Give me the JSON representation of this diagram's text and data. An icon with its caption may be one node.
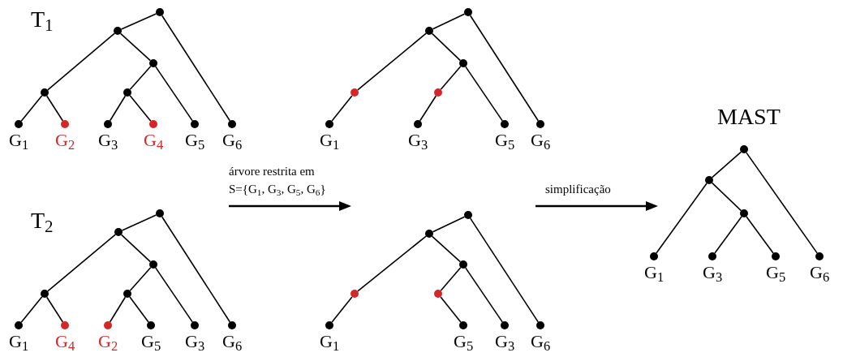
{
  "diagram": {
    "nodes": [
      {
        "text": [],
        "shape": "circle"
      },
      {
        "text": [],
        "shape": "circle"
      },
      {
        "text": [],
        "shape": "circle"
      },
      {
        "text": [],
        "shape": "circle"
      },
      {
        "text": [],
        "shape": "circle"
      },
      {
        "text": [],
        "shape": "circle",
        "beside": [
          "G$_{1}$"
        ]
      },
      {
        "text": [],
        "shape": "circle",
        "beside": [
          "G$_{2}$"
        ]
      },
      {
        "text": [],
        "shape": "circle",
        "beside": [
          "G$_{3}$"
        ]
      },
      {
        "text": [],
        "shape": "circle",
        "beside": [
          "G$_{4}$"
        ]
      },
      {
        "text": [],
        "shape": "circle",
        "beside": [
          "G$_{5}$"
        ]
      },
      {
        "text": [],
        "shape": "circle",
        "beside": [
          "G$_{6}$"
        ]
      },
      {
        "text": [],
        "shape": "circle"
      },
      {
        "text": [],
        "shape": "circle"
      },
      {
        "text": [],
        "shape": "circle"
      },
      {
        "text": [],
        "shape": "circle"
      },
      {
        "text": [],
        "shape": "circle"
      },
      {
        "text": [],
        "shape": "circle",
        "beside": [
          "G$_{1}$"
        ]
      },
      {
        "text": [],
        "shape": "circle",
        "beside": [
          "G$_{3}$"
        ]
      },
      {
        "text": [],
        "shape": "circle",
        "beside": [
          "G$_{5}$"
        ]
      },
      {
        "text": [],
        "shape": "circle",
        "beside": [
          "G$_{6}$"
        ]
      },
      {
        "text": [],
        "shape": "circle"
      },
      {
        "text": [],
        "shape": "circle"
      },
      {
        "text": [],
        "shape": "circle"
      },
      {
        "text": [],
        "shape": "circle"
      },
      {
        "text": [],
        "shape": "circle"
      },
      {
        "text": [],
        "shape": "circle",
        "beside": [
          "G$_{1}$"
        ]
      },
      {
        "text": [],
        "shape": "circle",
        "beside": [
          "G$_{4}$"
        ]
      },
      {
        "text": [],
        "shape": "circle",
        "beside": [
          "G$_{2}$"
        ]
      },
      {
        "text": [],
        "shape": "circle",
        "beside": [
          "G$_{5}$"
        ]
      },
      {
        "text": [],
        "shape": "circle",
        "beside": [
          "G$_{3}$"
        ]
      },
      {
        "text": [],
        "shape": "circle",
        "beside": [
          "G$_{6}$"
        ]
      },
      {
        "text": [],
        "shape": "circle"
      },
      {
        "text": [],
        "shape": "circle"
      },
      {
        "text": [],
        "shape": "circle"
      },
      {
        "text": [],
        "shape": "circle"
      },
      {
        "text": [],
        "shape": "circle"
      },
      {
        "text": [],
        "shape": "circle",
        "beside": [
          "G$_{1}$"
        ]
      },
      {
        "text": [],
        "shape": "circle",
        "beside": [
          "G$_{5}$"
        ]
      },
      {
        "text": [],
        "shape": "circle",
        "beside": [
          "G$_{3}$"
        ]
      },
      {
        "text": [],
        "shape": "circle",
        "beside": [
          "G$_{6}$"
        ]
      },
      {
        "text": [],
        "shape": "circle"
      },
      {
        "text": [],
        "shape": "circle"
      },
      {
        "text": [],
        "shape": "circle"
      },
      {
        "text": [],
        "shape": "circle",
        "beside": [
          "G$_{1}$"
        ]
      },
      {
        "text": [],
        "shape": "circle",
        "beside": [
          "G$_{3}$"
        ]
      },
      {
        "text": [],
        "shape": "circle",
        "beside": [
          "G$_{5}$"
        ]
      },
      {
        "text": [],
        "shape": "circle",
        "beside": [
          "G$_{6}$"
        ]
      }
    ],
    "edges": [
      {
        "from": 0,
        "to": 1,
        "arrow": "none"
      },
      {
        "from": 0,
        "to": 10,
        "arrow": "none"
      },
      {
        "from": 1,
        "to": 2,
        "arrow": "none"
      },
      {
        "from": 1,
        "to": 3,
        "arrow": "none"
      },
      {
        "from": 2,
        "to": 5,
        "arrow": "none"
      },
      {
        "from": 2,
        "to": 6,
        "arrow": "none"
      },
      {
        "from": 3,
        "to": 4,
        "arrow": "none"
      },
      {
        "from": 3,
        "to": 9,
        "arrow": "none"
      },
      {
        "from": 4,
        "to": 7,
        "arrow": "none"
      },
      {
        "from": 4,
        "to": 8,
        "arrow": "none"
      },
      {
        "from": 11,
        "to": 12,
        "arrow": "none"
      },
      {
        "from": 11,
        "to": 19,
        "arrow": "none"
      },
      {
        "from": 12,
        "to": 13,
        "arrow": "none"
      },
      {
        "from": 12,
        "to": 14,
        "arrow": "none"
      },
      {
        "from": 13,
        "to": 16,
        "arrow": "none"
      },
      {
        "from": 14,
        "to": 15,
        "arrow": "none"
      },
      {
        "from": 14,
        "to": 18,
        "arrow": "none"
      },
      {
        "from": 15,
        "to": 17,
        "arrow": "none"
      },
      {
        "from": 20,
        "to": 21,
        "arrow": "none"
      },
      {
        "from": 20,
        "to": 30,
        "arrow": "none"
      },
      {
        "from": 21,
        "to": 22,
        "arrow": "none"
      },
      {
        "from": 21,
        "to": 23,
        "arrow": "none"
      },
      {
        "from": 22,
        "to": 25,
        "arrow": "none"
      },
      {
        "from": 22,
        "to": 26,
        "arrow": "none"
      },
      {
        "from": 23,
        "to": 24,
        "arrow": "none"
      },
      {
        "from": 23,
        "to": 29,
        "arrow": "none"
      },
      {
        "from": 24,
        "to": 27,
        "arrow": "none"
      },
      {
        "from": 24,
        "to": 28,
        "arrow": "none"
      },
      {
        "from": 31,
        "to": 32,
        "arrow": "none"
      },
      {
        "from": 31,
        "to": 39,
        "arrow": "none"
      },
      {
        "from": 32,
        "to": 33,
        "arrow": "none"
      },
      {
        "from": 32,
        "to": 34,
        "arrow": "none"
      },
      {
        "from": 33,
        "to": 36,
        "arrow": "none"
      },
      {
        "from": 34,
        "to": 35,
        "arrow": "none"
      },
      {
        "from": 34,
        "to": 38,
        "arrow": "none"
      },
      {
        "from": 35,
        "to": 37,
        "arrow": "none"
      },
      {
        "from": 40,
        "to": 41,
        "arrow": "none"
      },
      {
        "from": 40,
        "to": 46,
        "arrow": "none"
      },
      {
        "from": 41,
        "to": 43,
        "arrow": "none"
      },
      {
        "from": 41,
        "to": 42,
        "arrow": "none"
      },
      {
        "from": 42,
        "to": 44,
        "arrow": "none"
      },
      {
        "from": 42,
        "to": 45,
        "arrow": "none"
      }
    ],
    "labels": [
      "T$_{1}$",
      "árvore restrita em",
      "S={G$_{1}$, G$_{3}$, G$_{5}$, G$_{6}$}",
      "simplificação",
      "MAST",
      "T$_{2}$"
    ]
  }
}
